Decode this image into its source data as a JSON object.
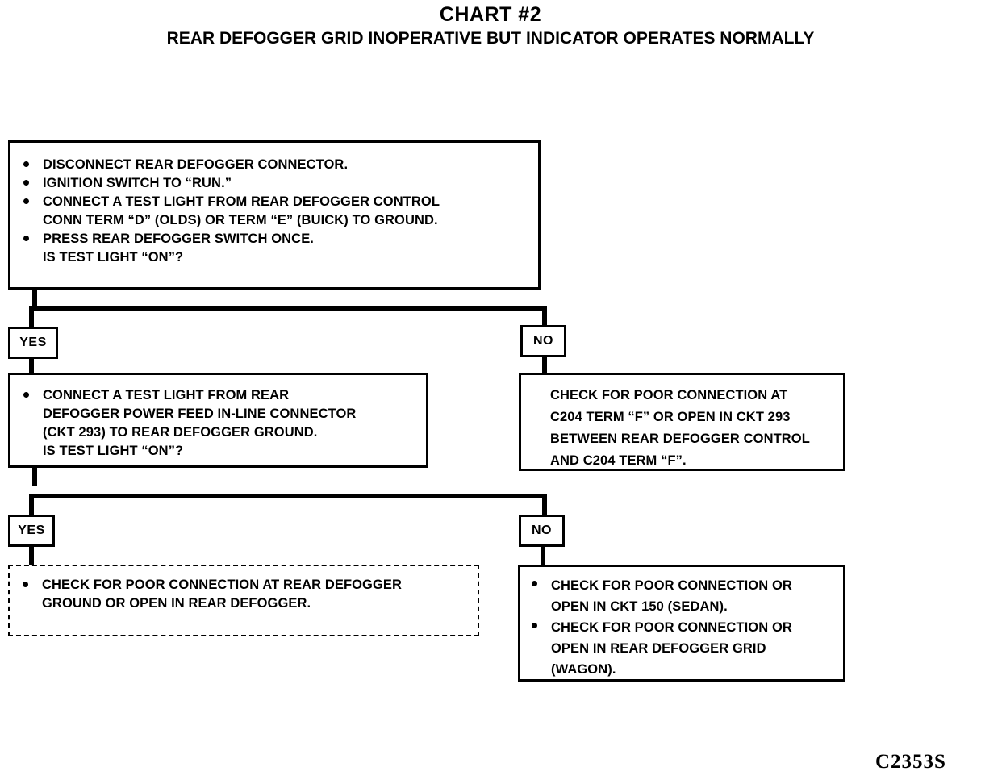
{
  "header": {
    "title": "CHART #2",
    "subtitle": "REAR DEFOGGER GRID INOPERATIVE BUT INDICATOR OPERATES NORMALLY"
  },
  "footer": {
    "code": "C2353S"
  },
  "labels": {
    "yes": "YES",
    "no": "NO"
  },
  "boxes": {
    "step1": {
      "lines": [
        {
          "bullet": true,
          "text": "DISCONNECT REAR DEFOGGER CONNECTOR."
        },
        {
          "bullet": true,
          "text": "IGNITION SWITCH TO “RUN.”"
        },
        {
          "bullet": true,
          "text": "CONNECT A TEST LIGHT FROM REAR DEFOGGER CONTROL"
        },
        {
          "bullet": false,
          "text": "CONN TERM “D” (OLDS) OR TERM “E” (BUICK) TO GROUND."
        },
        {
          "bullet": true,
          "text": "PRESS REAR DEFOGGER SWITCH ONCE."
        },
        {
          "bullet": false,
          "text": "IS TEST LIGHT “ON”?"
        }
      ]
    },
    "step2_yes": {
      "lines": [
        {
          "bullet": true,
          "text": "CONNECT A TEST LIGHT FROM REAR"
        },
        {
          "bullet": false,
          "text": "DEFOGGER  POWER FEED IN-LINE CONNECTOR"
        },
        {
          "bullet": false,
          "text": "(CKT 293) TO REAR DEFOGGER GROUND."
        },
        {
          "bullet": false,
          "text": "IS TEST LIGHT “ON”?"
        }
      ]
    },
    "step2_no": {
      "lines": [
        {
          "bullet": false,
          "text": "CHECK FOR POOR CONNECTION AT"
        },
        {
          "bullet": false,
          "text": "C204 TERM “F” OR OPEN IN CKT 293"
        },
        {
          "bullet": false,
          "text": "BETWEEN REAR DEFOGGER CONTROL"
        },
        {
          "bullet": false,
          "text": "AND C204 TERM “F”."
        }
      ]
    },
    "step3_yes": {
      "lines": [
        {
          "bullet": true,
          "text": "CHECK FOR POOR CONNECTION AT REAR DEFOGGER"
        },
        {
          "bullet": false,
          "text": "GROUND OR OPEN IN REAR DEFOGGER."
        }
      ]
    },
    "step3_no": {
      "lines": [
        {
          "bullet": true,
          "text": "CHECK FOR POOR CONNECTION OR"
        },
        {
          "bullet": false,
          "text": "OPEN IN CKT 150 (SEDAN)."
        },
        {
          "bullet": true,
          "text": "CHECK FOR POOR CONNECTION OR"
        },
        {
          "bullet": false,
          "text": "OPEN IN REAR DEFOGGER GRID"
        },
        {
          "bullet": false,
          "text": "(WAGON)."
        }
      ]
    }
  },
  "colors": {
    "ink": "#000000",
    "paper": "#ffffff"
  }
}
